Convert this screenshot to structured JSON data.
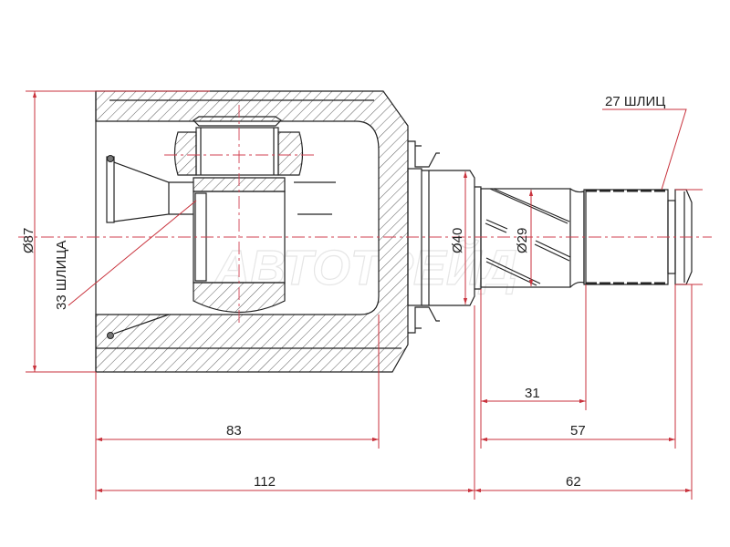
{
  "drawing": {
    "watermark": "АВТОТРЕЙД",
    "labels": {
      "outer_diameter": "Ø87",
      "inner_splines": "33 ШЛИЦА",
      "outer_splines": "27 ШЛИЦ",
      "flange_diameter": "Ø40",
      "shaft_diameter": "Ø29"
    },
    "dimensions": {
      "d31": "31",
      "d57": "57",
      "d83": "83",
      "d112": "112",
      "d62": "62"
    },
    "colors": {
      "line": "#222222",
      "dimension": "#c8323c"
    }
  }
}
